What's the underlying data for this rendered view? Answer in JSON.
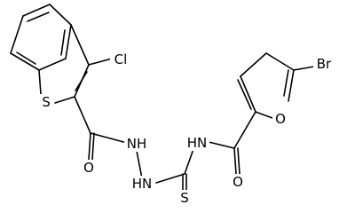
{
  "molecule": {
    "atoms": {
      "s_thiophene": "S",
      "cl": "Cl",
      "o_amide_left": "O",
      "nh_hydrazide_1": "NH",
      "nh_hydrazide_2": "HN",
      "nh_thioamide": "HN",
      "s_thione": "S",
      "o_amide_right": "O",
      "o_furan": "O",
      "br": "Br"
    }
  }
}
